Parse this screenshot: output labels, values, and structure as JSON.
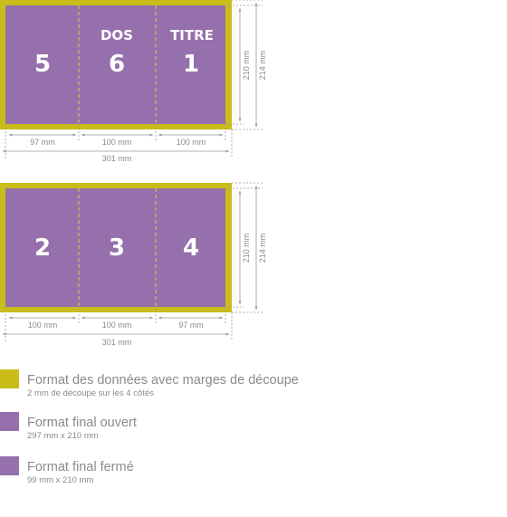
{
  "colors": {
    "bleed": "#cabd1a",
    "final": "#9570ac",
    "fold_line": "#d9cf4a",
    "dimension": "#9a9a9a",
    "text_white": "#ffffff",
    "text_grey": "#8a8a8a"
  },
  "outside": {
    "panels": [
      {
        "number": "5",
        "label": ""
      },
      {
        "number": "6",
        "label": "DOS"
      },
      {
        "number": "1",
        "label": "TITRE"
      }
    ],
    "widths": [
      "97 mm",
      "100 mm",
      "100 mm"
    ],
    "total_width": "301 mm",
    "height_final": "210 mm",
    "height_bleed": "214 mm"
  },
  "inside": {
    "panels": [
      {
        "number": "2",
        "label": ""
      },
      {
        "number": "3",
        "label": ""
      },
      {
        "number": "4",
        "label": ""
      }
    ],
    "widths": [
      "100 mm",
      "100 mm",
      "97 mm"
    ],
    "total_width": "301 mm",
    "height_final": "210 mm",
    "height_bleed": "214 mm"
  },
  "legend": [
    {
      "swatch": "bleed",
      "title": "Format des données avec marges de découpe",
      "subtitle": "2 mm de découpe sur les 4 côtés"
    },
    {
      "swatch": "final",
      "title": "Format final ouvert",
      "subtitle": "297 mm x 210 mm"
    },
    {
      "swatch": "final",
      "title": "Format final fermé",
      "subtitle": "99 mm x 210 mm"
    }
  ]
}
